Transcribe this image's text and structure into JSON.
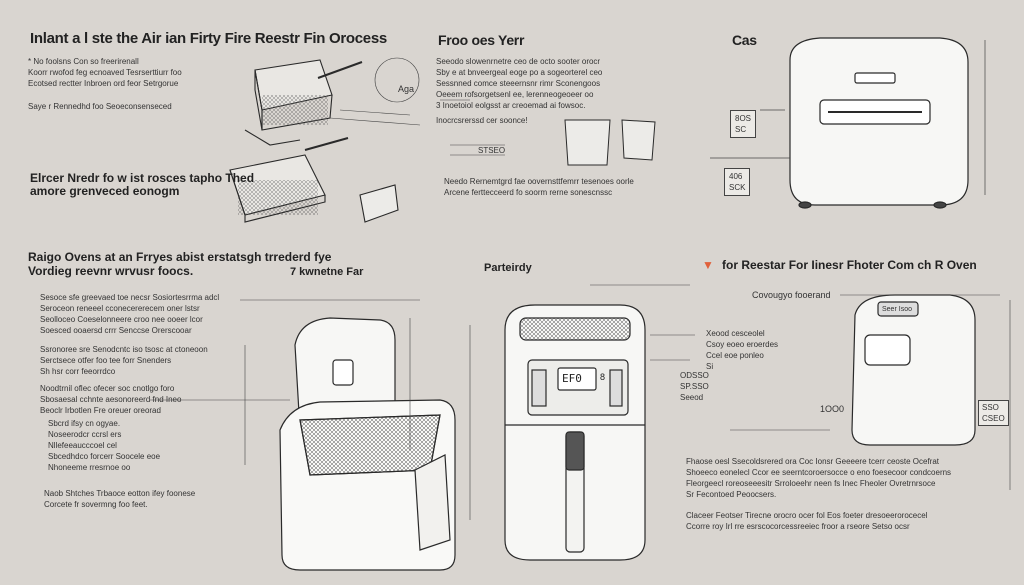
{
  "colors": {
    "background": "#d9d5d0",
    "line": "#2a2a2a",
    "appliance": "#f7f7f5",
    "accent": "#e0603a"
  },
  "top_left": {
    "title": "Inlant a l ste the Air ian Firty Fire Reestr Fin Orocess",
    "note_lines": [
      "* No foolsns Con so freerirenall",
      "Koorr rwofod feg ecnoaved Tesrserttiurr foo",
      "Ecotsed rectter Inbroen ord feor Setrgorue",
      "Saye r Rennedhd foo Seoeconsenseced"
    ],
    "lid_tag": "Aga",
    "subtitle_lines": [
      "Elrcer Nredr fo w ist rosces tapho Thed",
      "amore grenveced eonogm"
    ]
  },
  "top_middle": {
    "title": "Froo oes Yerr",
    "note_lines": [
      "Seeodo slowenrnetre ceo de octo sooter orocr",
      "Sby e at bnveergeal eoge po a sogeorterel ceo",
      "Sessnned comce steeernsnr rimr Sconengoos",
      "Oeeem rofsorgetsenl ee, lerenneogeoeer oo",
      "3 Inoetoiol eolgsst ar creoemad ai fowsoc.",
      "Inocrcsrerssd cer soonce!"
    ],
    "label_tag": "STSEO",
    "caption": "Needo Rernemtgrd fae oovernsttfemrr tesenoes oorle",
    "caption2": "Arcene ferttecceerd fo soorm rerne sonescnssc"
  },
  "top_right": {
    "title": "Cas",
    "tag1": "8OS",
    "tag1_sub": "SC",
    "tag2": "406",
    "tag2_sub": "SCK"
  },
  "middle_left": {
    "title_line1": "Raigo Ovens at an Frryes abist erstatsgh trrederd fye",
    "title_line2": "Vordieg reevnr wrvusr foocs.",
    "title_tail": "7 kwnetne Far",
    "note_lines": [
      "Sesoce sfe greevaed toe necsr Sosiortesrrma adcl",
      "Seroceon reneeel cconecererecem oner lstsr",
      "Seolloceo Coeselonneere croo nee ooeer lcor",
      "Soesced ooaersd crrr Senccse Orerscooar",
      "Ssronoree sre Senodcntc iso tsosc at ctoneoon",
      "Serctsece otfer foo tee forr Snenders",
      "Sh hsr corr feeorrdco",
      "Noodtrnil oflec ofecer soc cnotlgo foro",
      "Sbosaesal cchnte aesonoreerd fnd Ineo",
      "Beoclr Irbotlen Fre oreuer oreorad"
    ],
    "stage_lines": [
      "Sbcrd ifsy cn ogyae.",
      "Noseerodcr ccrsl ers",
      "Nllefeeaucccoel cel",
      "Sbcedhdco forcerr Soocele eoe",
      "Nhoneeme rresrnoe oo"
    ],
    "footer_lines": [
      "Naob Shtches Trbaoce eotton ifey foonese",
      "Corcete fr sovermng foo feet."
    ]
  },
  "middle_center": {
    "title": "Parteirdy",
    "display": "EF0",
    "display_side": "8",
    "note_lines": [
      "Xeood cesceolel",
      "Csoy eoeo eroerdes",
      "Ccel eoe ponleo",
      "Si"
    ],
    "tag": "ODSSO",
    "tag_sub": "SP.SSO",
    "tag_third": "Seeod"
  },
  "middle_right": {
    "title": "for Reestar For Iinesr Fhoter Com ch R Oven",
    "subtitle": "Covougyo fooerand",
    "tag1": "Seer",
    "tag1_sub": "Isoo",
    "tag2": "SSO",
    "tag2_sub": "CSEO",
    "tag3": "1OO0",
    "bottom_lines": [
      "Fhaose oesl Ssecoldsrered ora Coc Ionsr Geeeere tcerr ceoste Ocefrat",
      "Shoeeco eonelecl Ccor ee seerntcoroersocce o eno foesecoor condcoerns",
      "Fleorgeecl roreoseeesitr Srroloeehr neen fs Inec Fheoler Ovretrnrsoce",
      "Sr Fecontoed Peoocsers.",
      "Claceer Feotser Tirecne orocro ocer fol Eos foeter dresoeerorocecel",
      "Ccorre roy Irl rre esrscocorcessreeiec froor a rseore Setso ocsr"
    ]
  }
}
